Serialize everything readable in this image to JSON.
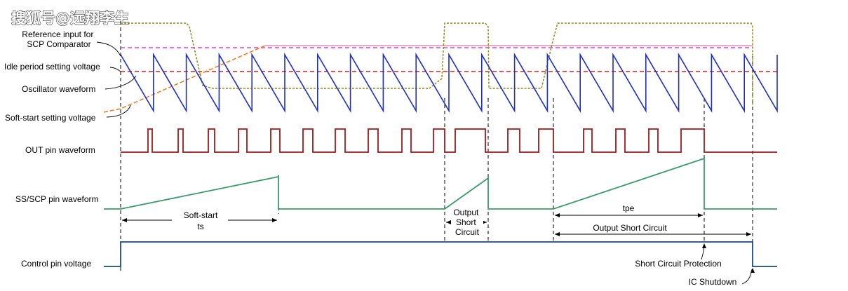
{
  "watermark": "搜狐号@远翔李生",
  "colors": {
    "reference": "#e040e0",
    "reference_solid": "#d77da0",
    "idle": "#d42020",
    "oscillator": "#1f2fc8",
    "softstart": "#f07820",
    "timing_cap": "#8a8a1e",
    "out_pin": "#a01818",
    "ss_scp": "#3a9a68",
    "control": "#1a4a78"
  },
  "labels": {
    "reference": "Reference input for\nSCP Comparator",
    "idle": "Idle period setting voltage",
    "oscillator": "Oscillator waveform",
    "softstart": "Soft-start setting voltage",
    "out_pin": "OUT pin waveform",
    "ss_scp": "SS/SCP pin waveform",
    "control": "Control pin voltage"
  },
  "annotations": {
    "soft_start": "Soft-start",
    "ts": "ts",
    "output_short_circuit_1": "Output\nShort\nCircuit",
    "tpe": "tpe",
    "output_short_circuit_2": "Output Short Circuit",
    "short_circuit_protection": "Short Circuit Protection",
    "ic_shutdown": "IC Shutdown"
  }
}
